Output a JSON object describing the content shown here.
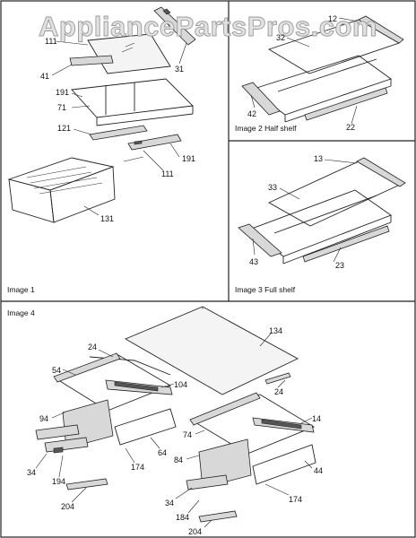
{
  "watermark": "AppliancePartsPros.com",
  "panels": {
    "image1": "Image 1",
    "image2": "Image 2 Half shelf",
    "image3": "Image 3 Full shelf",
    "image4": "Image 4"
  },
  "callouts": {
    "c111a": "111",
    "c31": "31",
    "c41": "41",
    "c191a": "191",
    "c71": "71",
    "c121": "121",
    "c191b": "191",
    "c111b": "111",
    "c131": "131",
    "c12": "12",
    "c32": "32",
    "c42": "42",
    "c22": "22",
    "c13": "13",
    "c33": "33",
    "c43": "43",
    "c23": "23",
    "c134": "134",
    "c24a": "24",
    "c54": "54",
    "c104": "104",
    "c94": "94",
    "c64": "64",
    "c34a": "34",
    "c194": "194",
    "c174a": "174",
    "c204a": "204",
    "c24b": "24",
    "c14": "14",
    "c74": "74",
    "c84": "84",
    "c44": "44",
    "c34b": "34",
    "c184": "184",
    "c174b": "174",
    "c204b": "204"
  }
}
